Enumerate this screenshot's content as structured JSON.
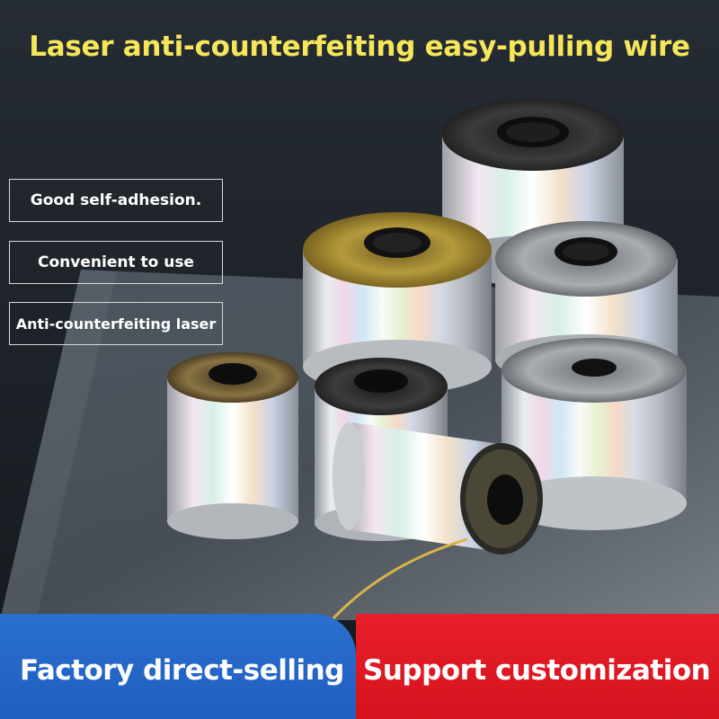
{
  "headline": "Laser anti-counterfeiting easy-pulling wire",
  "features": [
    "Good self-adhesion.",
    "Convenient to use",
    "Anti-counterfeiting laser"
  ],
  "banner": {
    "left": "Factory direct-selling",
    "right": "Support customization"
  },
  "colors": {
    "headline": "#f5e65a",
    "banner_left": "#2368c8",
    "banner_right": "#e01a24"
  }
}
